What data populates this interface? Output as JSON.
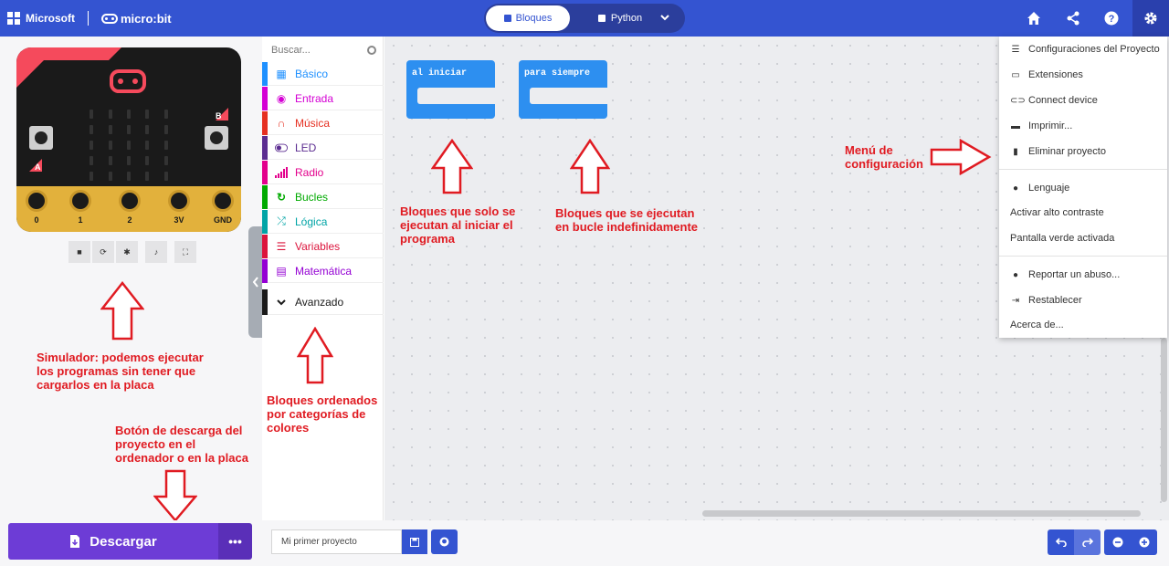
{
  "header": {
    "microsoft": "Microsoft",
    "microbit": "micro:bit",
    "tab_blocks": "Bloques",
    "tab_python": "Python",
    "dropdown_icon": "chevron-down-icon",
    "buttons": [
      "home-icon",
      "share-icon",
      "help-icon",
      "gear-icon"
    ]
  },
  "simulator": {
    "pins": [
      "0",
      "1",
      "2",
      "3V",
      "GND"
    ],
    "button_a": "A",
    "button_b": "B",
    "controls": [
      "stop-icon",
      "restart-icon",
      "debug-icon",
      "sound-icon",
      "fullscreen-icon"
    ]
  },
  "toolbox": {
    "search_placeholder": "Buscar...",
    "categories": [
      {
        "label": "Básico",
        "color": "#1e90ff",
        "icon": "grid-icon"
      },
      {
        "label": "Entrada",
        "color": "#d400d4",
        "icon": "target-icon"
      },
      {
        "label": "Música",
        "color": "#e63022",
        "icon": "headphones-icon"
      },
      {
        "label": "LED",
        "color": "#5c2d91",
        "icon": "toggle-icon"
      },
      {
        "label": "Radio",
        "color": "#e3008c",
        "icon": "signal-icon"
      },
      {
        "label": "Bucles",
        "color": "#00aa00",
        "icon": "refresh-icon"
      },
      {
        "label": "Lógica",
        "color": "#00a4a6",
        "icon": "shuffle-icon"
      },
      {
        "label": "Variables",
        "color": "#dc143c",
        "icon": "list-icon"
      },
      {
        "label": "Matemática",
        "color": "#9400d3",
        "icon": "calculator-icon"
      },
      {
        "label": "Avanzado",
        "color": "#1a1a1a",
        "icon": "chevron-down-icon"
      }
    ]
  },
  "workspace": {
    "block_start": "al iniciar",
    "block_forever": "para siempre"
  },
  "annotations": {
    "simulador": "Simulador: podemos ejecutar\nlos programas sin tener que\ncargarlos en la placa",
    "bloques_categorias": "Bloques ordenados\npor categorías de\ncolores",
    "bloques_iniciar": "Bloques que solo se\nejecutan al iniciar el\nprograma",
    "bloques_bucle": "Bloques que se ejecutan\nen bucle indefinidamente",
    "menu_config": "Menú de\nconfiguración",
    "boton_descarga": "Botón de descarga del\nproyecto en el\nordenador o en la placa"
  },
  "settings_menu": {
    "items": [
      {
        "label": "Configuraciones del Proyecto",
        "icon": "sliders-icon"
      },
      {
        "label": "Extensiones",
        "icon": "drive-icon"
      },
      {
        "label": "Connect device",
        "icon": "usb-icon"
      },
      {
        "label": "Imprimir...",
        "icon": "print-icon"
      },
      {
        "label": "Eliminar proyecto",
        "icon": "trash-icon"
      },
      {
        "label": "Lenguaje",
        "icon": "globe-icon"
      },
      {
        "label": "Activar alto contraste",
        "icon": ""
      },
      {
        "label": "Pantalla verde activada",
        "icon": ""
      },
      {
        "label": "Reportar un abuso...",
        "icon": "alert-icon"
      },
      {
        "label": "Restablecer",
        "icon": "signout-icon"
      },
      {
        "label": "Acerca de...",
        "icon": ""
      }
    ]
  },
  "bottom": {
    "download": "Descargar",
    "more": "•••",
    "project_name": "Mi primer proyecto"
  },
  "colors": {
    "header": "#3454d1",
    "download": "#6d3cd6",
    "annotation": "#e01b22",
    "block": "#2d8ff0"
  }
}
